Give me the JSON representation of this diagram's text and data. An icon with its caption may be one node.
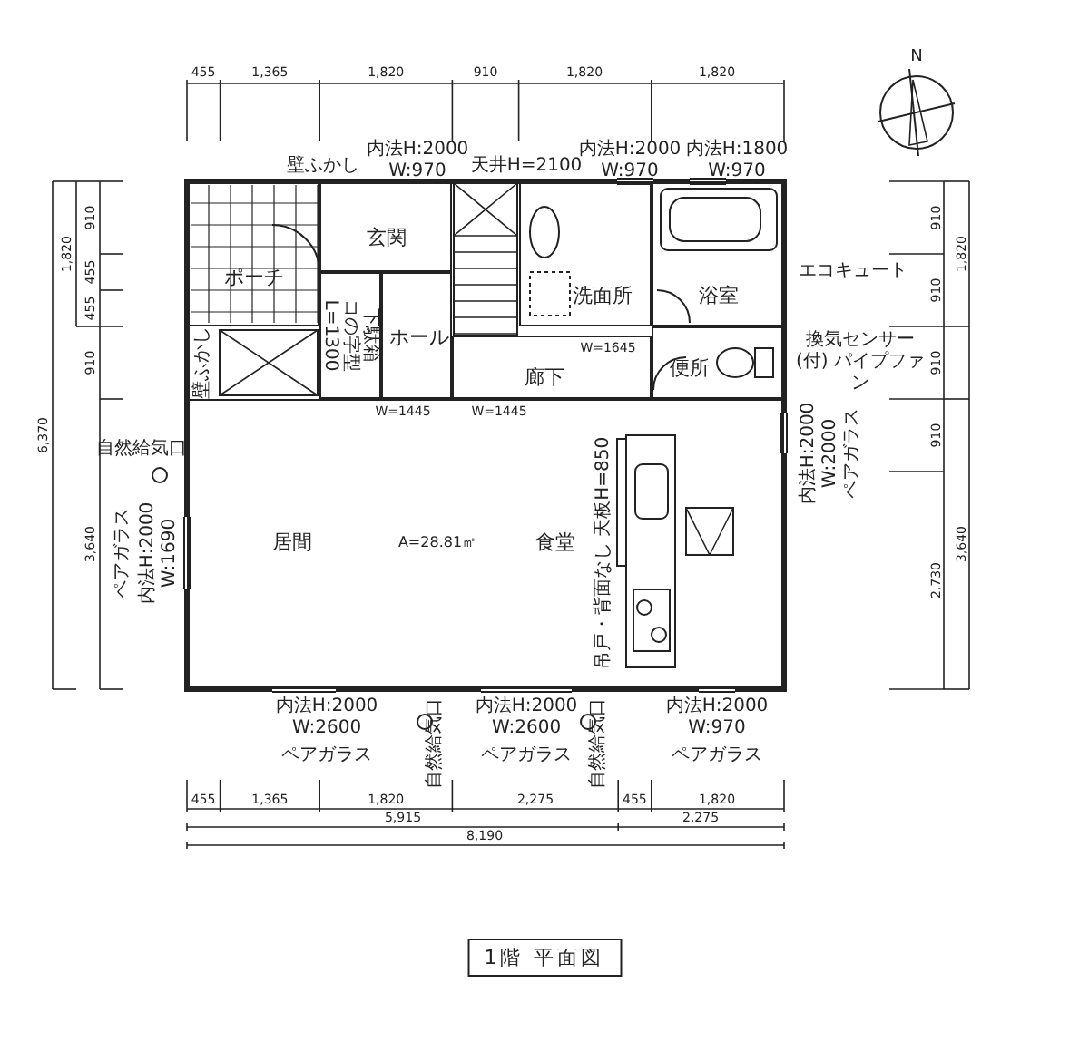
{
  "diagram": {
    "title": "1階 平面図",
    "nodes": [
      {
        "text": [
          "ポーチ"
        ]
      },
      {
        "text": [
          "玄関"
        ]
      },
      {
        "text": [
          "ホール"
        ]
      },
      {
        "text": [
          "下駄箱",
          "コの字型 L=1300"
        ]
      },
      {
        "text": [
          "洗面所"
        ]
      },
      {
        "text": [
          "浴室"
        ]
      },
      {
        "text": [
          "廊下"
        ]
      },
      {
        "text": [
          "便所"
        ]
      },
      {
        "text": [
          "居間",
          "A=28.81㎡",
          "食堂"
        ]
      }
    ],
    "labels": [
      "N",
      "455",
      "1,365",
      "1,820",
      "910",
      "1,820",
      "1,820",
      "壁ふかし",
      "内法H:2000 W:970",
      "天井H=2100",
      "内法H:2000 W:970",
      "内法H:1800 W:970",
      "エコキュート",
      "換気センサー(付) パイプファン",
      "910",
      "455",
      "455",
      "1,820",
      "910",
      "3,640",
      "6,370",
      "910",
      "910",
      "1,820",
      "910",
      "910",
      "2,730",
      "3,640",
      "壁ふかし",
      "W=1645",
      "W=1445",
      "W=1445",
      "自然給気口",
      "内法H:2000 W:1690",
      "吊戸・背面なし 天板H=850",
      "内法H:2000 W:2000",
      "内法H:2000 W:2600",
      "自然給気口",
      "内法H:2000 W:2600",
      "自然給気口",
      "内法H:2000 W:970",
      "455",
      "1,365",
      "1,820",
      "2,275",
      "455",
      "1,820",
      "5,915",
      "2,275",
      "8,190",
      "ペアガラス",
      "ペアガラス",
      "ペアガラス",
      "ペアガラス",
      "ペアガラス"
    ]
  }
}
